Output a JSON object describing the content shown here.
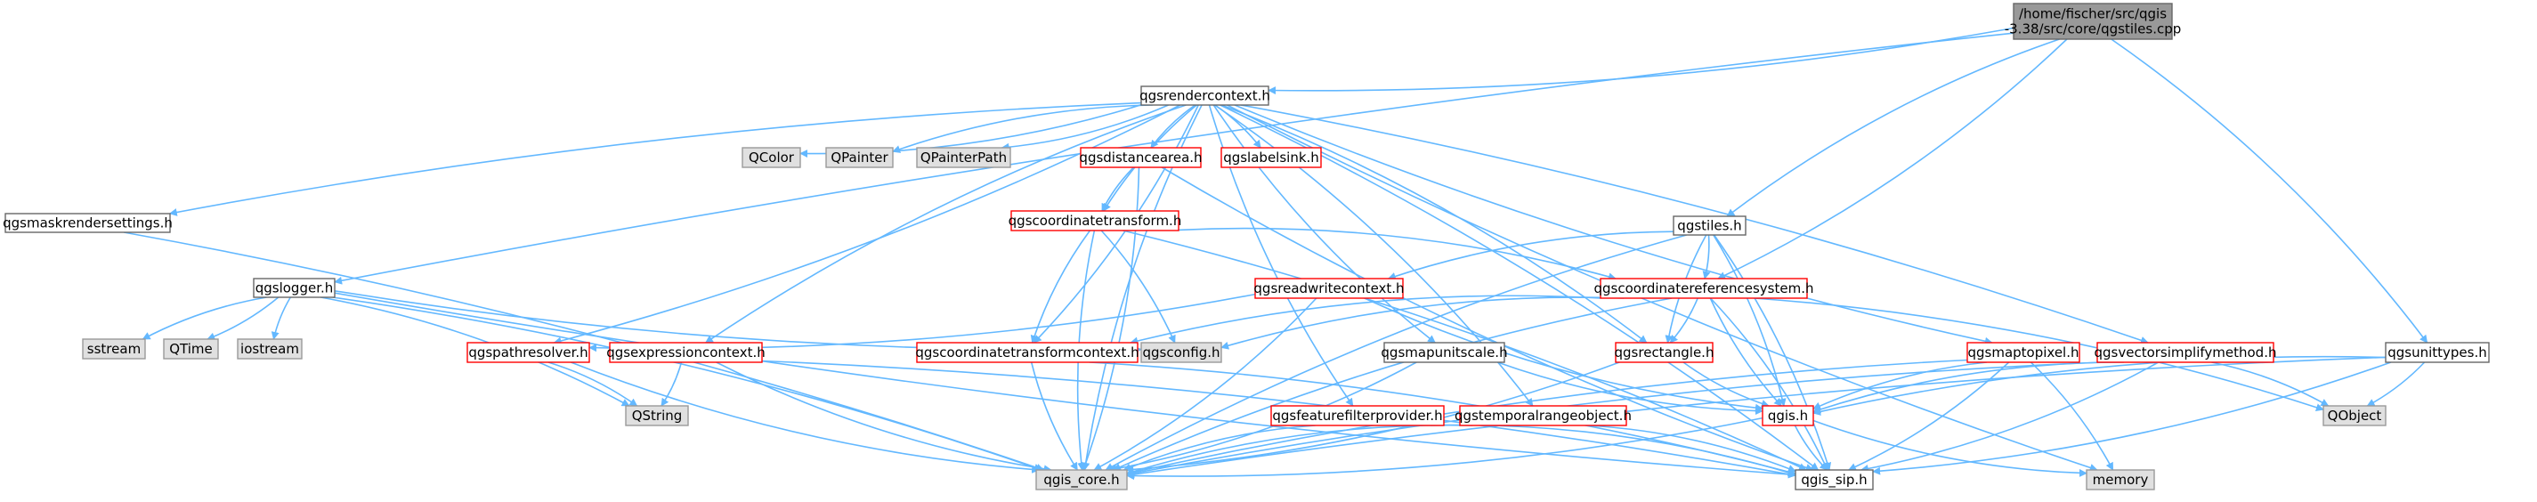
{
  "colors": {
    "edge": "#63b8ff",
    "white_fill": "#ffffff",
    "gray_fill": "#e0e0e0",
    "root_fill": "#999999",
    "black_border": "#666666",
    "red_border": "#ff0000",
    "gray_border": "#999999"
  },
  "nodes": [
    {
      "id": "root",
      "lines": [
        "/home/fischer/src/qgis",
        "-3.38/src/core/qgstiles.cpp"
      ],
      "style": "root"
    },
    {
      "id": "rendercontext",
      "lines": [
        "qgsrendercontext.h"
      ],
      "style": "black"
    },
    {
      "id": "maskrender",
      "lines": [
        "qgsmaskrendersettings.h"
      ],
      "style": "black"
    },
    {
      "id": "qcolor",
      "lines": [
        "QColor"
      ],
      "style": "gray"
    },
    {
      "id": "qpainter",
      "lines": [
        "QPainter"
      ],
      "style": "gray"
    },
    {
      "id": "qpainterpath",
      "lines": [
        "QPainterPath"
      ],
      "style": "gray"
    },
    {
      "id": "distancearea",
      "lines": [
        "qgsdistancearea.h"
      ],
      "style": "red"
    },
    {
      "id": "labelsink",
      "lines": [
        "qgslabelsink.h"
      ],
      "style": "red"
    },
    {
      "id": "coordtransform",
      "lines": [
        "qgscoordinatetransform.h"
      ],
      "style": "red"
    },
    {
      "id": "tiles",
      "lines": [
        "qgstiles.h"
      ],
      "style": "black"
    },
    {
      "id": "logger",
      "lines": [
        "qgslogger.h"
      ],
      "style": "black"
    },
    {
      "id": "readwrite",
      "lines": [
        "qgsreadwritecontext.h"
      ],
      "style": "red"
    },
    {
      "id": "crs",
      "lines": [
        "qgscoordinatereferencesystem.h"
      ],
      "style": "red"
    },
    {
      "id": "sstream",
      "lines": [
        "sstream"
      ],
      "style": "gray"
    },
    {
      "id": "qtime",
      "lines": [
        "QTime"
      ],
      "style": "gray"
    },
    {
      "id": "iostream",
      "lines": [
        "iostream"
      ],
      "style": "gray"
    },
    {
      "id": "pathresolver",
      "lines": [
        "qgspathresolver.h"
      ],
      "style": "red"
    },
    {
      "id": "exprcontext",
      "lines": [
        "qgsexpressioncontext.h"
      ],
      "style": "red"
    },
    {
      "id": "ctcontext",
      "lines": [
        "qgscoordinatetransformcontext.h"
      ],
      "style": "red"
    },
    {
      "id": "config",
      "lines": [
        "qgsconfig.h"
      ],
      "style": "gray"
    },
    {
      "id": "mapunitscale",
      "lines": [
        "qgsmapunitscale.h"
      ],
      "style": "black"
    },
    {
      "id": "rectangle",
      "lines": [
        "qgsrectangle.h"
      ],
      "style": "red"
    },
    {
      "id": "maptopixel",
      "lines": [
        "qgsmaptopixel.h"
      ],
      "style": "red"
    },
    {
      "id": "vectorsimplify",
      "lines": [
        "qgsvectorsimplifymethod.h"
      ],
      "style": "red"
    },
    {
      "id": "unittypes",
      "lines": [
        "qgsunittypes.h"
      ],
      "style": "black"
    },
    {
      "id": "qstring",
      "lines": [
        "QString"
      ],
      "style": "gray"
    },
    {
      "id": "featurefilter",
      "lines": [
        "qgsfeaturefilterprovider.h"
      ],
      "style": "red"
    },
    {
      "id": "temporalrange",
      "lines": [
        "qgstemporalrangeobject.h"
      ],
      "style": "red"
    },
    {
      "id": "qgis",
      "lines": [
        "qgis.h"
      ],
      "style": "red"
    },
    {
      "id": "qobject",
      "lines": [
        "QObject"
      ],
      "style": "gray"
    },
    {
      "id": "memory",
      "lines": [
        "memory"
      ],
      "style": "gray"
    },
    {
      "id": "core",
      "lines": [
        "qgis_core.h"
      ],
      "style": "gray"
    },
    {
      "id": "sip",
      "lines": [
        "qgis_sip.h"
      ],
      "style": "black"
    }
  ],
  "edges": [
    [
      "root",
      "rendercontext"
    ],
    [
      "root",
      "tiles"
    ],
    [
      "root",
      "crs"
    ],
    [
      "root",
      "logger"
    ],
    [
      "root",
      "unittypes"
    ],
    [
      "rendercontext",
      "maskrender"
    ],
    [
      "rendercontext",
      "qcolor"
    ],
    [
      "rendercontext",
      "qpainter"
    ],
    [
      "rendercontext",
      "qpainterpath"
    ],
    [
      "rendercontext",
      "distancearea"
    ],
    [
      "rendercontext",
      "labelsink"
    ],
    [
      "rendercontext",
      "coordtransform"
    ],
    [
      "rendercontext",
      "pathresolver"
    ],
    [
      "rendercontext",
      "exprcontext"
    ],
    [
      "rendercontext",
      "ctcontext"
    ],
    [
      "rendercontext",
      "mapunitscale"
    ],
    [
      "rendercontext",
      "rectangle"
    ],
    [
      "rendercontext",
      "maptopixel"
    ],
    [
      "rendercontext",
      "vectorsimplify"
    ],
    [
      "rendercontext",
      "featurefilter"
    ],
    [
      "rendercontext",
      "temporalrange"
    ],
    [
      "rendercontext",
      "core"
    ],
    [
      "rendercontext",
      "sip"
    ],
    [
      "rendercontext",
      "memory"
    ],
    [
      "maskrender",
      "core"
    ],
    [
      "distancearea",
      "coordtransform"
    ],
    [
      "distancearea",
      "core"
    ],
    [
      "distancearea",
      "sip"
    ],
    [
      "coordtransform",
      "crs"
    ],
    [
      "coordtransform",
      "ctcontext"
    ],
    [
      "coordtransform",
      "config"
    ],
    [
      "coordtransform",
      "core"
    ],
    [
      "coordtransform",
      "sip"
    ],
    [
      "tiles",
      "readwrite"
    ],
    [
      "tiles",
      "crs"
    ],
    [
      "tiles",
      "rectangle"
    ],
    [
      "tiles",
      "qgis"
    ],
    [
      "tiles",
      "core"
    ],
    [
      "tiles",
      "sip"
    ],
    [
      "logger",
      "sstream"
    ],
    [
      "logger",
      "qtime"
    ],
    [
      "logger",
      "iostream"
    ],
    [
      "logger",
      "qstring"
    ],
    [
      "logger",
      "config"
    ],
    [
      "logger",
      "core"
    ],
    [
      "logger",
      "sip"
    ],
    [
      "readwrite",
      "pathresolver"
    ],
    [
      "readwrite",
      "qgis"
    ],
    [
      "readwrite",
      "core"
    ],
    [
      "crs",
      "config"
    ],
    [
      "crs",
      "rectangle"
    ],
    [
      "crs",
      "qgis"
    ],
    [
      "crs",
      "qobject"
    ],
    [
      "crs",
      "core"
    ],
    [
      "crs",
      "sip"
    ],
    [
      "crs",
      "ctcontext"
    ],
    [
      "pathresolver",
      "qstring"
    ],
    [
      "pathresolver",
      "core"
    ],
    [
      "exprcontext",
      "qstring"
    ],
    [
      "exprcontext",
      "core"
    ],
    [
      "exprcontext",
      "sip"
    ],
    [
      "ctcontext",
      "core"
    ],
    [
      "ctcontext",
      "sip"
    ],
    [
      "mapunitscale",
      "qgis"
    ],
    [
      "mapunitscale",
      "core"
    ],
    [
      "rectangle",
      "qgis"
    ],
    [
      "rectangle",
      "core"
    ],
    [
      "maptopixel",
      "qgis"
    ],
    [
      "maptopixel",
      "memory"
    ],
    [
      "maptopixel",
      "core"
    ],
    [
      "maptopixel",
      "sip"
    ],
    [
      "vectorsimplify",
      "qgis"
    ],
    [
      "vectorsimplify",
      "qobject"
    ],
    [
      "vectorsimplify",
      "core"
    ],
    [
      "vectorsimplify",
      "sip"
    ],
    [
      "unittypes",
      "qgis"
    ],
    [
      "unittypes",
      "qobject"
    ],
    [
      "unittypes",
      "core"
    ],
    [
      "unittypes",
      "sip"
    ],
    [
      "featurefilter",
      "core"
    ],
    [
      "featurefilter",
      "sip"
    ],
    [
      "temporalrange",
      "core"
    ],
    [
      "temporalrange",
      "sip"
    ],
    [
      "qgis",
      "memory"
    ],
    [
      "qgis",
      "core"
    ],
    [
      "qgis",
      "sip"
    ]
  ]
}
